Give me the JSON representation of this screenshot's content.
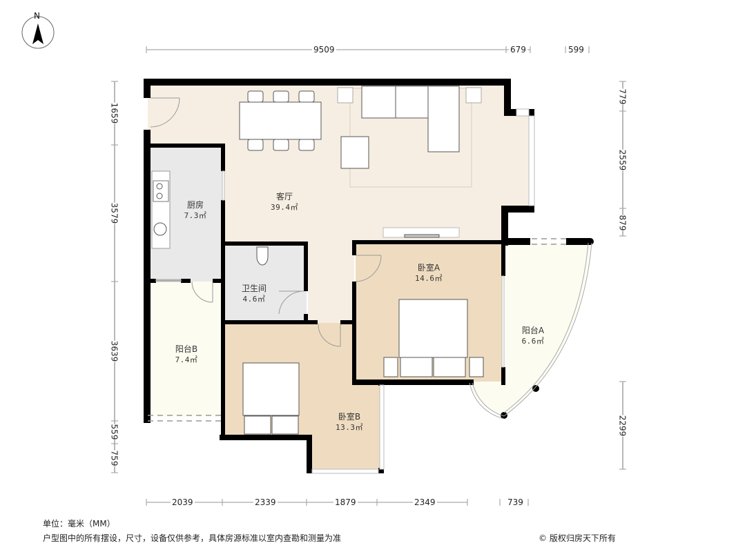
{
  "compass": {
    "label": "N"
  },
  "units": "单位：毫米（MM）",
  "disclaimer": "户型图中的所有摆设，尺寸，设备仅供参考，具体房源标准以室内查勘和测量为准",
  "copyright": "© 版权归房天下所有",
  "colors": {
    "living": "#f6eee2",
    "service": "#e9e9e9",
    "balcony": "#fdfcf0",
    "bedroom": "#efdcc0",
    "wall": "#000000",
    "dimension_line": "#aaaaaa"
  },
  "rooms": [
    {
      "name": "客厅",
      "area": "39.4㎡"
    },
    {
      "name": "厨房",
      "area": "7.3㎡"
    },
    {
      "name": "卫生间",
      "area": "4.6㎡"
    },
    {
      "name": "卧室A",
      "area": "14.6㎡"
    },
    {
      "name": "卧室B",
      "area": "13.3㎡"
    },
    {
      "name": "阳台A",
      "area": "6.6㎡"
    },
    {
      "name": "阳台B",
      "area": "7.4㎡"
    }
  ],
  "dimensions": {
    "top": [
      "9509",
      "679",
      "599"
    ],
    "bottom": [
      "2039",
      "2339",
      "1879",
      "2349",
      "739"
    ],
    "left": [
      "1659",
      "3579",
      "3639",
      "559",
      "759"
    ],
    "right": [
      "779",
      "2559",
      "879",
      "2299"
    ]
  }
}
